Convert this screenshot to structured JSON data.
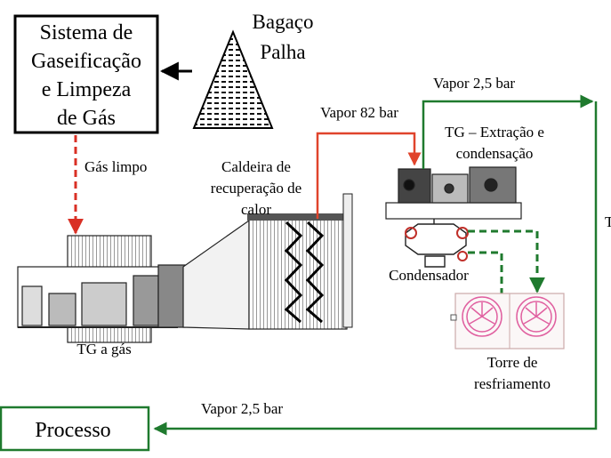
{
  "gasification_box": {
    "line1": "Sistema de",
    "line2": "Gaseificação",
    "line3": "e Limpeza",
    "line4": "de Gás"
  },
  "feedstock": {
    "line1": "Bagaço",
    "line2": "Palha"
  },
  "labels": {
    "clean_gas": "Gás limpo",
    "boiler_line1": "Caldeira de",
    "boiler_line2": "recuperação de",
    "boiler_line3": "calor",
    "steam_82": "Vapor 82 bar",
    "steam_25_top": "Vapor 2,5 bar",
    "tg_line1": "TG – Extração e",
    "tg_line2": "condensação",
    "condenser": "Condensador",
    "tower_line1": "Torre de",
    "tower_line2": "resfriamento",
    "gas_turbine": "TG a gás",
    "steam_25_bottom": "Vapor 2,5 bar",
    "edge_fragment": "T"
  },
  "process_box": {
    "label": "Processo"
  },
  "colors": {
    "gas_line": "#d93025",
    "steam_82_line": "#e0442c",
    "steam_25_line": "#1f7a2e",
    "cooling_line": "#1f7a2e",
    "fan_color": "#e060a0"
  }
}
